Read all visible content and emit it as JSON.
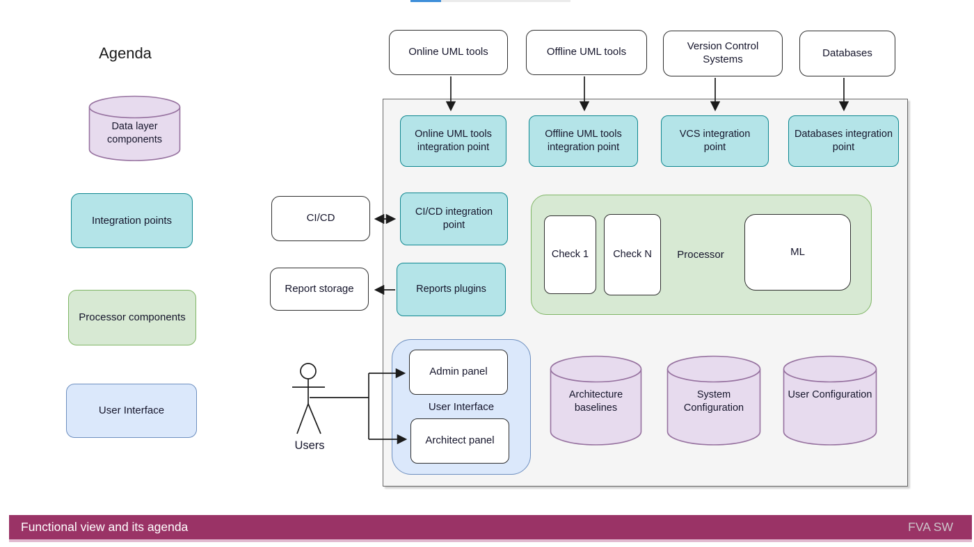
{
  "colors": {
    "teal_fill": "#b4e4e8",
    "teal_border": "#0d868f",
    "green_fill": "#d7e9d3",
    "green_border": "#7fb565",
    "blue_fill": "#dbe8fb",
    "blue_border": "#6c8ebf",
    "purple_fill": "#e7dbee",
    "purple_border": "#96719f",
    "panel_fill": "#f5f5f5",
    "panel_border": "#666666",
    "footer_bar": "#9a3366",
    "footer_underline": "#e2bad0",
    "progress_blue": "#3f8fd9",
    "progress_track": "#ebebeb"
  },
  "legend": {
    "title": "Agenda",
    "data_layer": "Data layer components",
    "integration_points": "Integration points",
    "processor_components": "Processor components",
    "user_interface": "User Interface"
  },
  "sources": {
    "online_uml": "Online UML tools",
    "offline_uml": "Offline UML tools",
    "vcs": "Version Control Systems",
    "databases": "Databases",
    "cicd": "CI/CD",
    "report_storage": "Report storage"
  },
  "system": {
    "online_ip": "Online UML tools integration point",
    "offline_ip": "Offline UML tools integration point",
    "vcs_ip": "VCS integration point",
    "db_ip": "Databases integration point",
    "cicd_ip": "CI/CD integration point",
    "reports_plugins": "Reports plugins",
    "processor_label": "Processor",
    "check1": "Check 1",
    "checkN": "Check N",
    "ml": "ML",
    "ui_label": "User Interface",
    "admin_panel": "Admin panel",
    "architect_panel": "Architect panel",
    "users_label": "Users",
    "datastores": [
      "Architecture baselines",
      "System Configuration",
      "User Configuration"
    ]
  },
  "footer": {
    "title": "Functional view and its agenda",
    "right_label": "FVA SW"
  }
}
